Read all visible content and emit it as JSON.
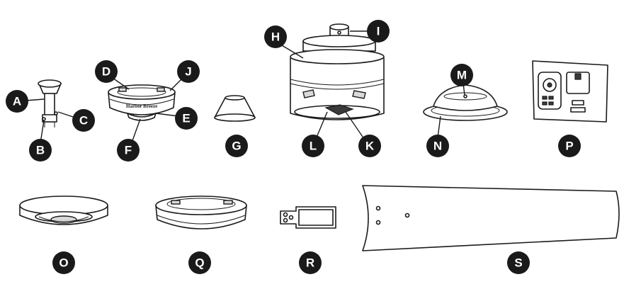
{
  "diagram": {
    "brand_text": "Harbor Breeze",
    "labels": {
      "A": "A",
      "B": "B",
      "C": "C",
      "D": "D",
      "E": "E",
      "F": "F",
      "G": "G",
      "H": "H",
      "I": "I",
      "J": "J",
      "K": "K",
      "L": "L",
      "M": "M",
      "N": "N",
      "O": "O",
      "P": "P",
      "Q": "Q",
      "R": "R",
      "S": "S"
    },
    "colors": {
      "badge": "#1a1a1a",
      "outline": "#1a1a1a",
      "fill": "#ffffff"
    }
  }
}
